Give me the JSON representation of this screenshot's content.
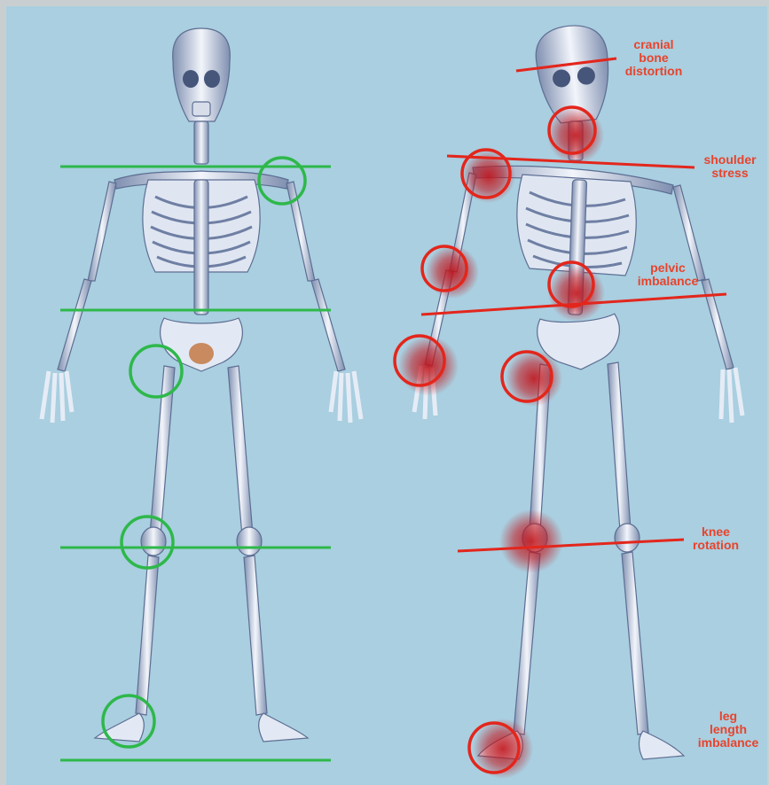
{
  "colors": {
    "background": "#a9cfe0",
    "frame": "#c9cfd1",
    "aligned": "#2eb84a",
    "misaligned": "#e3261c",
    "label": "#e8432c",
    "bone": "#e9eef6",
    "bone_shadow": "#7f8fb0"
  },
  "labels": {
    "cranial": "cranial\nbone\ndistortion",
    "shoulder": "shoulder\nstress",
    "pelvic": "pelvic\nimbalance",
    "knee": "knee\nrotation",
    "leg": "leg\nlength\nimbalance"
  }
}
